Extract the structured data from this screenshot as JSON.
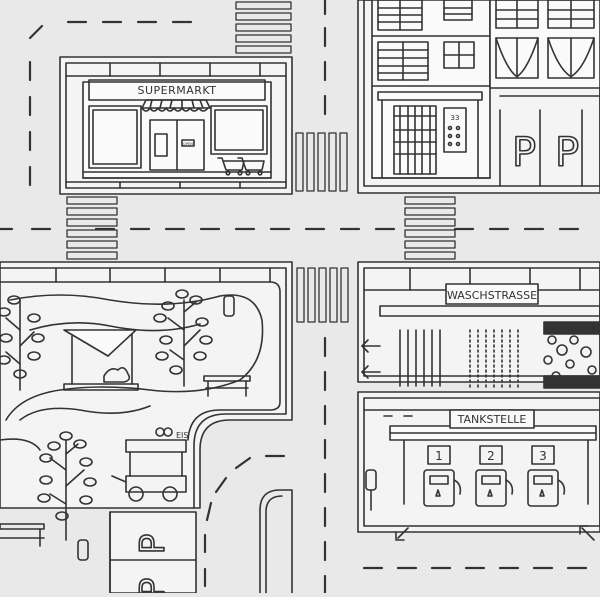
{
  "signs": {
    "supermarkt": "SUPERMARKT",
    "waschstrasse": "WASCHSTRASSE",
    "tankstelle": "TANKSTELLE",
    "eis": "EIS",
    "house_number": "33",
    "shop_door_sign": "OPEN"
  },
  "parking": {
    "label": "P"
  },
  "pumps": [
    {
      "number": "1"
    },
    {
      "number": "2"
    },
    {
      "number": "3"
    }
  ],
  "colors": {
    "background": "#e9e9e9",
    "line": "#333333",
    "paper": "#f4f4f4",
    "road": "#e9e9e9"
  }
}
